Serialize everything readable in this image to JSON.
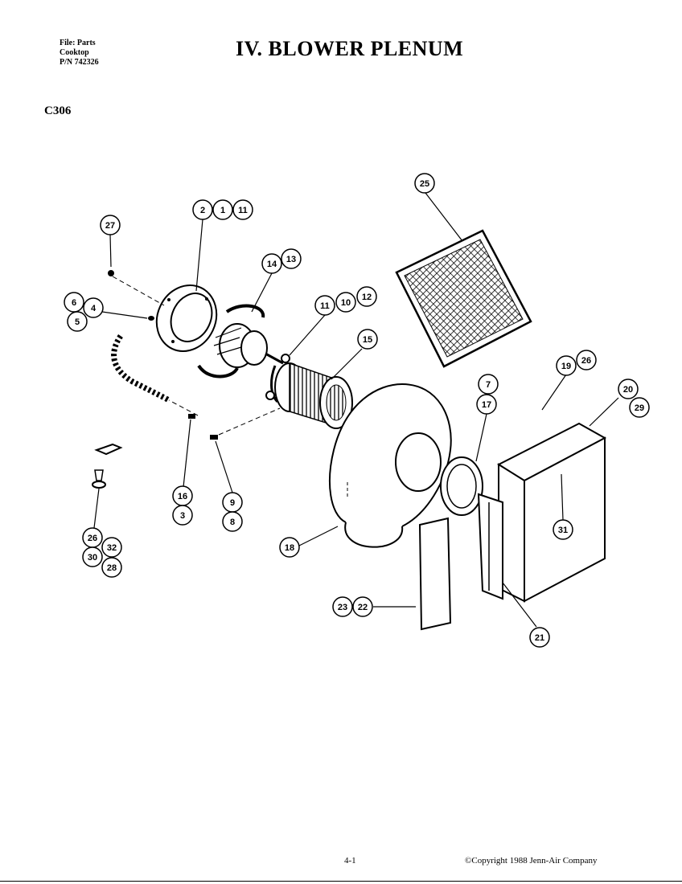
{
  "header": {
    "file_line": "File: Parts",
    "product_line": "Cooktop",
    "part_number_line": "P/N 742326"
  },
  "title": "IV.  BLOWER PLENUM",
  "model": "C306",
  "footer": {
    "page": "4-1",
    "copyright": "©Copyright 1988 Jenn-Air Company"
  },
  "parts": [
    "27",
    "2",
    "1",
    "11",
    "14",
    "13",
    "6",
    "4",
    "5",
    "11",
    "10",
    "12",
    "15",
    "25",
    "19",
    "26",
    "7",
    "17",
    "20",
    "29",
    "16",
    "3",
    "9",
    "8",
    "18",
    "26",
    "32",
    "30",
    "28",
    "31",
    "23",
    "22",
    "21"
  ]
}
